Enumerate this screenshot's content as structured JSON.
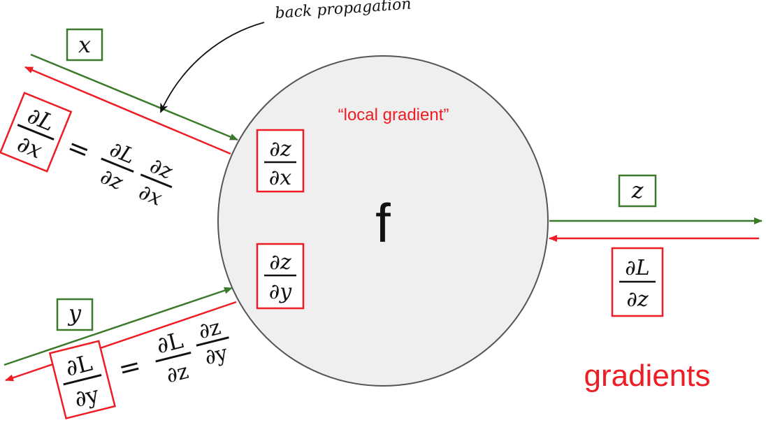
{
  "annotation": {
    "text": "back propagation"
  },
  "node": {
    "label": "f",
    "local_gradient_label": "“local gradient”"
  },
  "inputs": {
    "x": {
      "label": "x"
    },
    "y": {
      "label": "y"
    }
  },
  "output": {
    "z": {
      "label": "z"
    }
  },
  "local_gradients": {
    "dz_dx": {
      "num": "∂z",
      "den": "∂x"
    },
    "dz_dy": {
      "num": "∂z",
      "den": "∂y"
    }
  },
  "upstream_gradient": {
    "num": "∂L",
    "den": "∂z"
  },
  "chain_rule_x": {
    "lhs_num": "∂L",
    "lhs_den": "∂x",
    "equals": "=",
    "f1_num": "∂L",
    "f1_den": "∂z",
    "f2_num": "∂z",
    "f2_den": "∂x"
  },
  "chain_rule_y": {
    "lhs_num": "∂L",
    "lhs_den": "∂y",
    "equals": "=",
    "f1_num": "∂L",
    "f1_den": "∂z",
    "f2_num": "∂z",
    "f2_den": "∂y"
  },
  "legend": {
    "gradients": "gradients"
  },
  "colors": {
    "forward": "#3a7a2a",
    "backward": "#ee1c24",
    "node_fill": "#efefef",
    "node_stroke": "#555555"
  }
}
